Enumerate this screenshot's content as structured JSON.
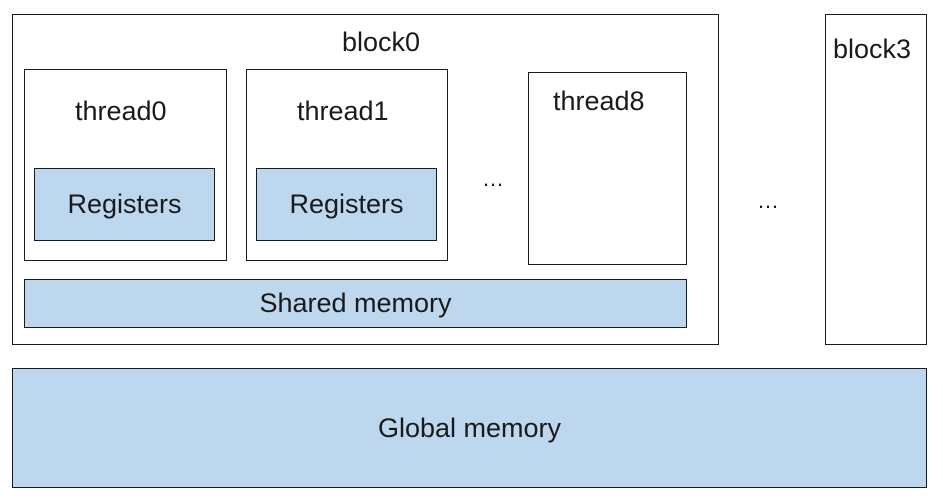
{
  "diagram": {
    "block0": {
      "label": "block0",
      "threads": [
        {
          "label": "thread0",
          "registers_label": "Registers"
        },
        {
          "label": "thread1",
          "registers_label": "Registers"
        },
        {
          "label": "thread8"
        }
      ],
      "thread_ellipsis": "…",
      "shared_memory_label": "Shared memory"
    },
    "block_ellipsis": "…",
    "block3": {
      "label": "block3"
    },
    "global_memory_label": "Global memory",
    "colors": {
      "memory_fill": "#bdd7ee",
      "outline": "#1a1a1a"
    }
  }
}
